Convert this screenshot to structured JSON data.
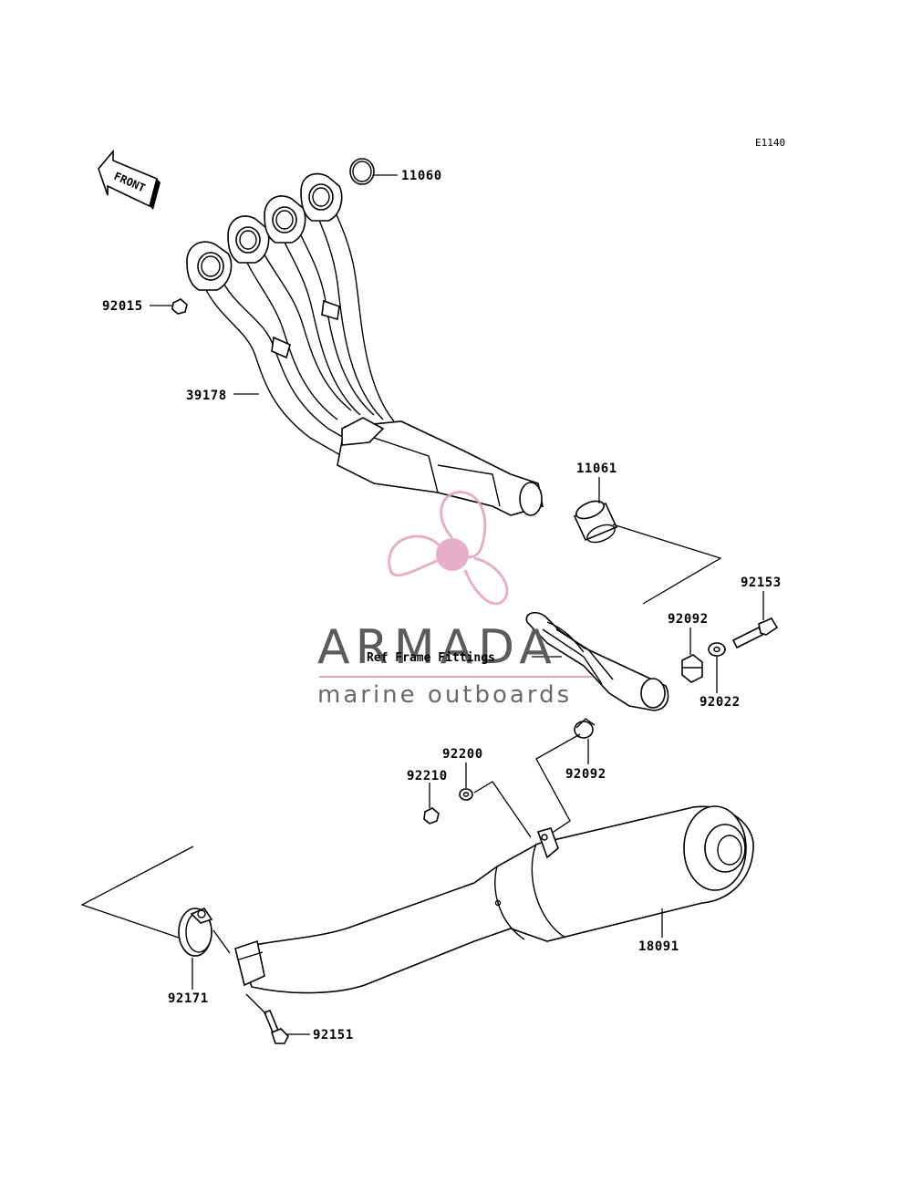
{
  "diagram": {
    "code": "E1140",
    "front_arrow_text": "FRONT",
    "ref_note": "Ref Frame Fittings",
    "parts": [
      {
        "id": "11060"
      },
      {
        "id": "92015"
      },
      {
        "id": "39178"
      },
      {
        "id": "11061"
      },
      {
        "id": "92153"
      },
      {
        "id": "92092"
      },
      {
        "id": "92022"
      },
      {
        "id": "92200"
      },
      {
        "id": "92210"
      },
      {
        "id": "92092b",
        "label": "92092"
      },
      {
        "id": "18091"
      },
      {
        "id": "92171"
      },
      {
        "id": "92151"
      }
    ]
  },
  "watermark": {
    "name": "ARMADA",
    "subtitle": "marine outboards",
    "accent_color": "#e3a7c2",
    "text_color": "#5b5b5b"
  }
}
